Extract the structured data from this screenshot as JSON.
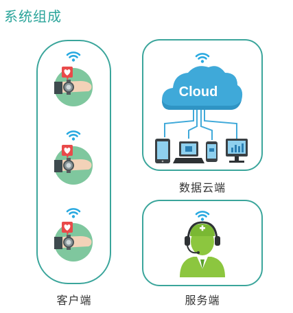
{
  "title": "系统组成",
  "client": {
    "label": "客户端"
  },
  "cloud": {
    "label": "数据云端",
    "text": "Cloud"
  },
  "server": {
    "label": "服务端"
  },
  "icons": {
    "wifi": "wifi-icon",
    "heart": "heart-icon",
    "watch": "smartwatch-icon",
    "tablet": "tablet-icon",
    "laptop": "laptop-icon",
    "phone": "phone-icon",
    "desktop": "desktop-icon",
    "agent": "customer-service-agent-icon"
  },
  "colors": {
    "accent": "#2aa49a",
    "panel_border": "#3aa59b",
    "wifi": "#29a9e0",
    "circle": "#7fc79e",
    "cloud": "#3fa9d9",
    "heart": "#e94a4a",
    "agent": "#8cc63f"
  }
}
